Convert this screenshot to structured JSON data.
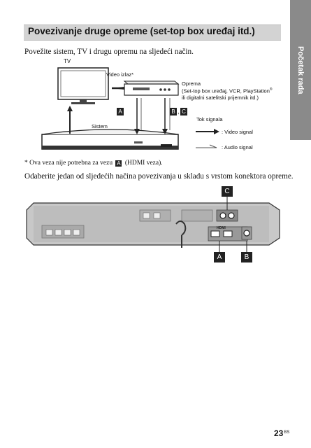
{
  "side_tab": "Početak rada",
  "section_title": "Povezivanje druge opreme (set-top box uređaj itd.)",
  "intro": "Povežite sistem, TV i drugu opremu na sljedeći način.",
  "diagram": {
    "tv_label": "TV",
    "video_out_label": "Video izlaz*",
    "equipment_label": "Oprema",
    "equipment_detail_1": "(Set-top box uređaj, VCR, PlayStation",
    "equipment_detail_reg": "®",
    "equipment_detail_2": "ili digitalni satelitski prijemnik itd.)",
    "system_label": "Sistem",
    "signal_flow_label": "Tok signala",
    "video_signal_label": ": Video signal",
    "audio_signal_label": ": Audio signal",
    "badge_a": "A",
    "badge_b": "B",
    "badge_c": "C",
    "bc_comma": ","
  },
  "footnote": {
    "prefix": "*  Ova veza nije potrebna za vezu",
    "badge": "A",
    "suffix": "(HDMI veza)."
  },
  "para2": "Odaberite jedan od sljedećih načina povezivanja u skladu s vrstom konektora opreme.",
  "rear_panel": {
    "hdmi_label": "HDMI",
    "callout_a": "A",
    "callout_b": "B",
    "callout_c": "C"
  },
  "page_number": "23",
  "page_suffix": "BS"
}
